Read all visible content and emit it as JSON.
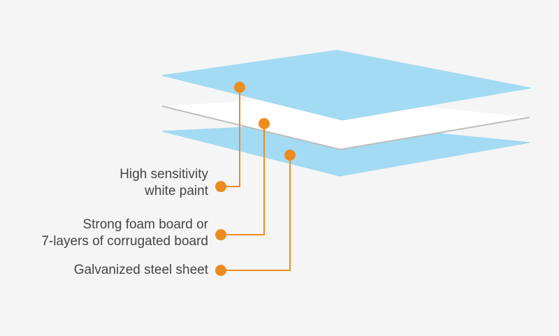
{
  "colors": {
    "background": "#f5f5f5",
    "sheet_fill": "#a4dbf4",
    "sheet_edge": "#9dd6f0",
    "white_layer": "#ffffff",
    "white_layer_edge": "#bdbdbd",
    "accent": "#ec8c1f",
    "text": "#444444"
  },
  "labels": {
    "paint": {
      "line1": "High sensitivity",
      "line2": "white paint"
    },
    "core": {
      "line1": "Strong foam board or",
      "line2": "7-layers of corrugated board"
    },
    "steel": {
      "line1": "Galvanized steel sheet"
    }
  }
}
